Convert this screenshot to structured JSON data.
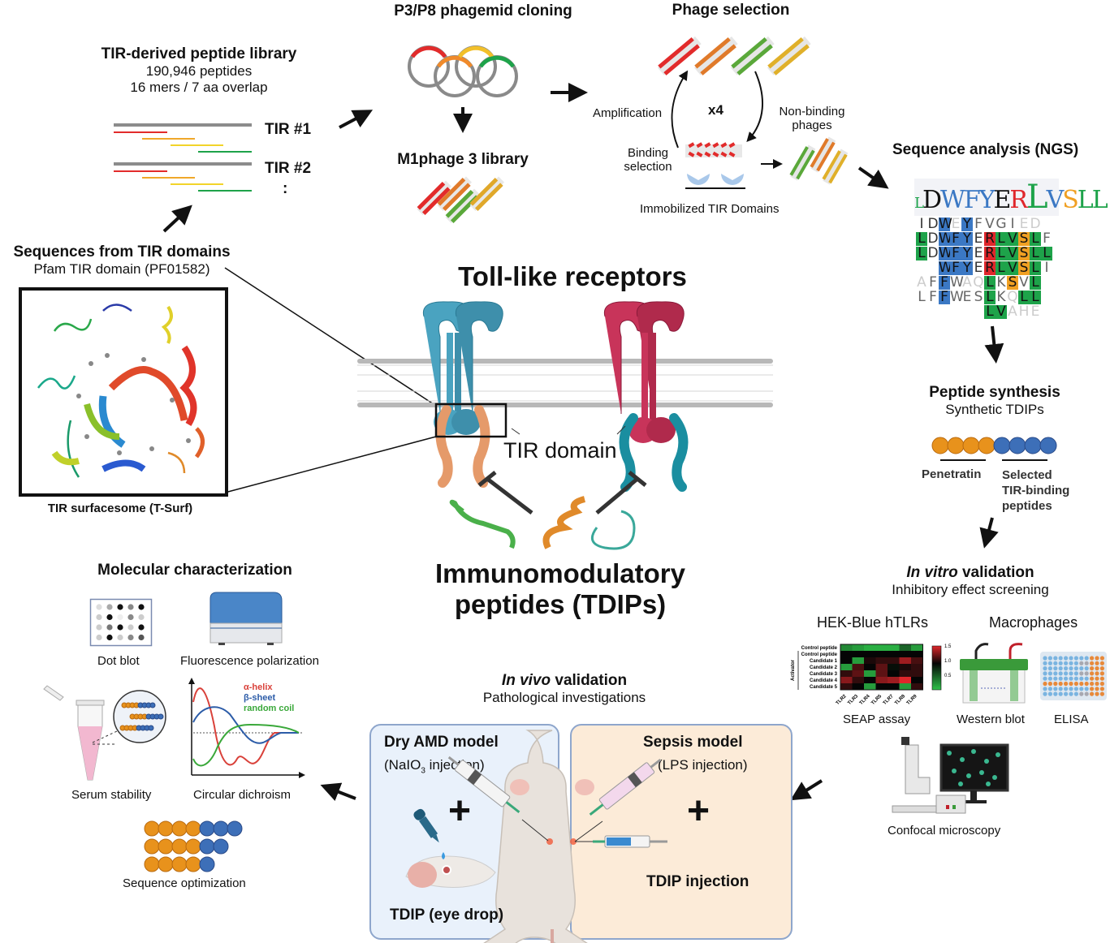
{
  "library": {
    "title": "TIR-derived peptide library",
    "count": "190,946 peptides",
    "detail": "16 mers / 7 aa overlap",
    "tir1": "TIR #1",
    "tir2": "TIR #2",
    "ellipsis": ":"
  },
  "cloning": {
    "title": "P3/P8 phagemid cloning"
  },
  "m1phage": {
    "title": "M1phage 3 library"
  },
  "phage_selection": {
    "title": "Phage selection",
    "amplification": "Amplification",
    "rounds": "x4",
    "non_binding_1": "Non-binding",
    "non_binding_2": "phages",
    "binding_1": "Binding",
    "binding_2": "selection",
    "immobilized": "Immobilized TIR Domains"
  },
  "ngs": {
    "title": "Sequence analysis (NGS)",
    "logo": "LDWFYERLVSLL",
    "rows": [
      [
        {
          "c": "I",
          "bg": "",
          "fg": "#333"
        },
        {
          "c": "D",
          "bg": "",
          "fg": "#333"
        },
        {
          "c": "W",
          "bg": "#3b78c4",
          "fg": "#111"
        },
        {
          "c": "E",
          "bg": "",
          "fg": "#ccc"
        },
        {
          "c": "Y",
          "bg": "#3b78c4",
          "fg": "#111"
        },
        {
          "c": "F",
          "bg": "",
          "fg": "#666"
        },
        {
          "c": "V",
          "bg": "",
          "fg": "#666"
        },
        {
          "c": "G",
          "bg": "",
          "fg": "#666"
        },
        {
          "c": "I",
          "bg": "",
          "fg": "#666"
        },
        {
          "c": "E",
          "bg": "",
          "fg": "#ccc"
        },
        {
          "c": "D",
          "bg": "",
          "fg": "#ccc"
        },
        {
          "c": "",
          "bg": "",
          "fg": ""
        }
      ],
      [
        {
          "c": "L",
          "bg": "#1ea34a",
          "fg": "#111"
        },
        {
          "c": "D",
          "bg": "",
          "fg": "#333"
        },
        {
          "c": "W",
          "bg": "#3b78c4",
          "fg": "#111"
        },
        {
          "c": "F",
          "bg": "#3b78c4",
          "fg": "#111"
        },
        {
          "c": "Y",
          "bg": "#3b78c4",
          "fg": "#111"
        },
        {
          "c": "E",
          "bg": "",
          "fg": "#333"
        },
        {
          "c": "R",
          "bg": "#e0262b",
          "fg": "#111"
        },
        {
          "c": "L",
          "bg": "#1ea34a",
          "fg": "#111"
        },
        {
          "c": "V",
          "bg": "#1ea34a",
          "fg": "#111"
        },
        {
          "c": "S",
          "bg": "#f0a023",
          "fg": "#111"
        },
        {
          "c": "L",
          "bg": "#1ea34a",
          "fg": "#111"
        },
        {
          "c": "F",
          "bg": "",
          "fg": "#666"
        }
      ],
      [
        {
          "c": "L",
          "bg": "#1ea34a",
          "fg": "#111"
        },
        {
          "c": "D",
          "bg": "",
          "fg": "#333"
        },
        {
          "c": "W",
          "bg": "#3b78c4",
          "fg": "#111"
        },
        {
          "c": "F",
          "bg": "#3b78c4",
          "fg": "#111"
        },
        {
          "c": "Y",
          "bg": "#3b78c4",
          "fg": "#111"
        },
        {
          "c": "E",
          "bg": "",
          "fg": "#333"
        },
        {
          "c": "R",
          "bg": "#e0262b",
          "fg": "#111"
        },
        {
          "c": "L",
          "bg": "#1ea34a",
          "fg": "#111"
        },
        {
          "c": "V",
          "bg": "#1ea34a",
          "fg": "#111"
        },
        {
          "c": "S",
          "bg": "#f0a023",
          "fg": "#111"
        },
        {
          "c": "L",
          "bg": "#1ea34a",
          "fg": "#111"
        },
        {
          "c": "L",
          "bg": "#1ea34a",
          "fg": "#111"
        }
      ],
      [
        {
          "c": "",
          "bg": "",
          "fg": ""
        },
        {
          "c": "",
          "bg": "",
          "fg": ""
        },
        {
          "c": "W",
          "bg": "#3b78c4",
          "fg": "#111"
        },
        {
          "c": "F",
          "bg": "#3b78c4",
          "fg": "#111"
        },
        {
          "c": "Y",
          "bg": "#3b78c4",
          "fg": "#111"
        },
        {
          "c": "E",
          "bg": "",
          "fg": "#333"
        },
        {
          "c": "R",
          "bg": "#e0262b",
          "fg": "#111"
        },
        {
          "c": "L",
          "bg": "#1ea34a",
          "fg": "#111"
        },
        {
          "c": "V",
          "bg": "#1ea34a",
          "fg": "#111"
        },
        {
          "c": "S",
          "bg": "#f0a023",
          "fg": "#111"
        },
        {
          "c": "L",
          "bg": "#1ea34a",
          "fg": "#111"
        },
        {
          "c": "I",
          "bg": "",
          "fg": "#666"
        }
      ],
      [
        {
          "c": "A",
          "bg": "",
          "fg": "#ccc"
        },
        {
          "c": "F",
          "bg": "",
          "fg": "#666"
        },
        {
          "c": "F",
          "bg": "#3b78c4",
          "fg": "#111"
        },
        {
          "c": "W",
          "bg": "",
          "fg": "#666"
        },
        {
          "c": "A",
          "bg": "",
          "fg": "#ccc"
        },
        {
          "c": "Q",
          "bg": "",
          "fg": "#ccc"
        },
        {
          "c": "L",
          "bg": "#1ea34a",
          "fg": "#111"
        },
        {
          "c": "K",
          "bg": "",
          "fg": "#666"
        },
        {
          "c": "S",
          "bg": "#f0a023",
          "fg": "#111"
        },
        {
          "c": "V",
          "bg": "",
          "fg": "#666"
        },
        {
          "c": "L",
          "bg": "#1ea34a",
          "fg": "#111"
        },
        {
          "c": "",
          "bg": "",
          "fg": ""
        }
      ],
      [
        {
          "c": "L",
          "bg": "",
          "fg": "#666"
        },
        {
          "c": "F",
          "bg": "",
          "fg": "#666"
        },
        {
          "c": "F",
          "bg": "#3b78c4",
          "fg": "#111"
        },
        {
          "c": "W",
          "bg": "",
          "fg": "#666"
        },
        {
          "c": "E",
          "bg": "",
          "fg": "#666"
        },
        {
          "c": "S",
          "bg": "",
          "fg": "#666"
        },
        {
          "c": "L",
          "bg": "#1ea34a",
          "fg": "#111"
        },
        {
          "c": "K",
          "bg": "",
          "fg": "#666"
        },
        {
          "c": "Q",
          "bg": "",
          "fg": "#ccc"
        },
        {
          "c": "L",
          "bg": "#1ea34a",
          "fg": "#111"
        },
        {
          "c": "L",
          "bg": "#1ea34a",
          "fg": "#111"
        },
        {
          "c": "",
          "bg": "",
          "fg": ""
        }
      ],
      [
        {
          "c": "",
          "bg": "",
          "fg": ""
        },
        {
          "c": "",
          "bg": "",
          "fg": ""
        },
        {
          "c": "",
          "bg": "",
          "fg": ""
        },
        {
          "c": "",
          "bg": "",
          "fg": ""
        },
        {
          "c": "",
          "bg": "",
          "fg": ""
        },
        {
          "c": "",
          "bg": "",
          "fg": ""
        },
        {
          "c": "L",
          "bg": "#1ea34a",
          "fg": "#111"
        },
        {
          "c": "V",
          "bg": "#1ea34a",
          "fg": "#111"
        },
        {
          "c": "A",
          "bg": "",
          "fg": "#ccc"
        },
        {
          "c": "H",
          "bg": "",
          "fg": "#ccc"
        },
        {
          "c": "E",
          "bg": "",
          "fg": "#ccc"
        },
        {
          "c": "",
          "bg": "",
          "fg": ""
        }
      ]
    ]
  },
  "tir_sequences": {
    "title": "Sequences from TIR domains",
    "subtitle": "Pfam TIR domain (PF01582)",
    "caption": "TIR surfacesome (T-Surf)"
  },
  "center": {
    "tlr_title": "Toll-like receptors",
    "tir_domain": "TIR domain",
    "tdips_line1": "Immunomodulatory",
    "tdips_line2": "peptides (TDIPs)"
  },
  "peptide_synthesis": {
    "title": "Peptide synthesis",
    "subtitle": "Synthetic TDIPs",
    "penetratin": "Penetratin",
    "selected_1": "Selected",
    "selected_2": "TIR-binding",
    "selected_3": "peptides"
  },
  "in_vitro": {
    "title_italic": "In vitro",
    "title_rest": " validation",
    "subtitle": "Inhibitory effect screening",
    "hek": "HEK-Blue hTLRs",
    "macrophages": "Macrophages",
    "seap": "SEAP assay",
    "western": "Western blot",
    "elisa": "ELISA",
    "confocal": "Confocal microscopy"
  },
  "chart_data": {
    "type": "heatmap",
    "title": "SEAP assay",
    "ylabel_group": "Activator",
    "rows": [
      "Control peptide",
      "Control peptide",
      "Candidate 1",
      "Candidate 2",
      "Candidate 3",
      "Candidate 4",
      "Candidate 5"
    ],
    "columns": [
      "TLR2",
      "TLR3",
      "TLR4",
      "TLR5",
      "TLR7",
      "TLR8",
      "TLR9"
    ],
    "values": [
      [
        0.3,
        0.2,
        0.1,
        0.1,
        0.1,
        0.5,
        0.2
      ],
      [
        1.0,
        1.0,
        1.0,
        1.0,
        1.0,
        1.0,
        1.0
      ],
      [
        1.0,
        0.2,
        1.05,
        1.1,
        1.1,
        1.35,
        1.15
      ],
      [
        0.2,
        1.15,
        1.0,
        1.2,
        0.95,
        1.05,
        1.1
      ],
      [
        1.1,
        1.2,
        0.2,
        1.2,
        1.0,
        1.1,
        1.1
      ],
      [
        1.3,
        1.1,
        1.0,
        1.3,
        1.35,
        1.55,
        1.0
      ],
      [
        1.1,
        1.0,
        0.2,
        1.0,
        1.0,
        0.2,
        1.1
      ]
    ],
    "colorbar": {
      "ticks": [
        "1.5",
        "1.0",
        "0.5"
      ],
      "range": [
        0,
        1.5
      ],
      "low_color": "#2ec24a",
      "mid_color": "#050505",
      "high_color": "#e0262b"
    }
  },
  "in_vivo": {
    "title_italic": "In vivo",
    "title_rest": " validation",
    "subtitle": "Pathological investigations",
    "amd_title": "Dry AMD model",
    "amd_sub_pre": "(NaIO",
    "amd_sub_sub": "3",
    "amd_sub_post": " injection)",
    "amd_tdip": "TDIP (eye drop)",
    "sepsis_title": "Sepsis model",
    "sepsis_sub": "(LPS injection)",
    "sepsis_tdip": "TDIP injection",
    "plus": "+"
  },
  "molecular": {
    "title": "Molecular characterization",
    "dot_blot": "Dot blot",
    "fp": "Fluorescence polarization",
    "serum": "Serum stability",
    "cd": "Circular dichroism",
    "cd_legend": [
      {
        "label": "α-helix",
        "color": "#d9413a"
      },
      {
        "label": "β-sheet",
        "color": "#2c5ca8"
      },
      {
        "label": "random coil",
        "color": "#3aa83a"
      }
    ],
    "seq_opt": "Sequence optimization"
  },
  "colors": {
    "penetratin": "#e8921c",
    "tir_peptide": "#3d6fb8",
    "tlr_blue": "#4aa3c0",
    "tlr_red": "#c8345a",
    "tir_orange": "#e59a6a",
    "tir_teal": "#1a8ea0",
    "amd_bg": "#e9f1fb",
    "sepsis_bg": "#fcebd8"
  }
}
